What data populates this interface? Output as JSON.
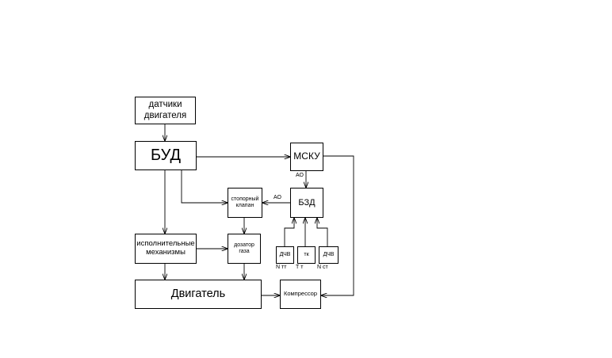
{
  "blocks": {
    "sensors": "датчики двигателя",
    "bud": "БУД",
    "msku": "МСКУ",
    "bzd": "БЗД",
    "valve": "стопорный клапан",
    "actuators": "исполнительные механизмы",
    "dosing": "дозатор газа",
    "engine": "Двигатель",
    "compressor": "Компрессор",
    "dchv1": "ДЧВ",
    "tk": "тк",
    "dchv2": "ДЧВ"
  },
  "labels": {
    "ao_top": "АО",
    "ao_side": "АО",
    "n_tt": "N тт",
    "t_t": "Т т",
    "n_st": "N ст"
  }
}
